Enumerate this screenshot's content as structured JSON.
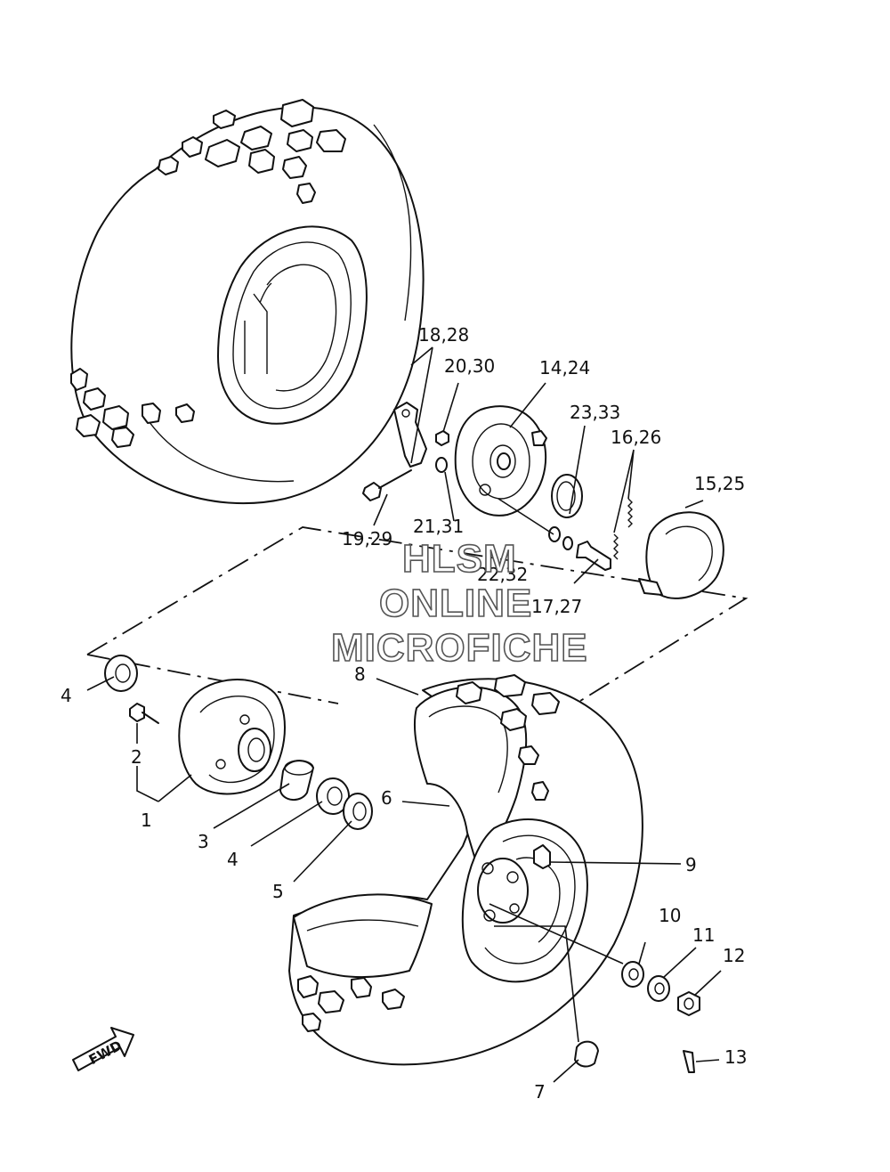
{
  "diagram": {
    "callouts": {
      "c1": "1",
      "c2": "2",
      "c3": "3",
      "c4a": "4",
      "c4b": "4",
      "c5": "5",
      "c6": "6",
      "c7": "7",
      "c8": "8",
      "c9": "9",
      "c10": "10",
      "c11": "11",
      "c12": "12",
      "c13": "13",
      "c14": "14,24",
      "c15": "15,25",
      "c16": "16,26",
      "c17": "17,27",
      "c18": "18,28",
      "c19": "19,29",
      "c20": "20,30",
      "c21": "21,31",
      "c22": "22,32",
      "c23": "23,33"
    },
    "direction_marker": "FWD"
  },
  "watermark": {
    "line1": "HLSM",
    "line2": "ONLINE",
    "line3": "MICROFICHE"
  }
}
